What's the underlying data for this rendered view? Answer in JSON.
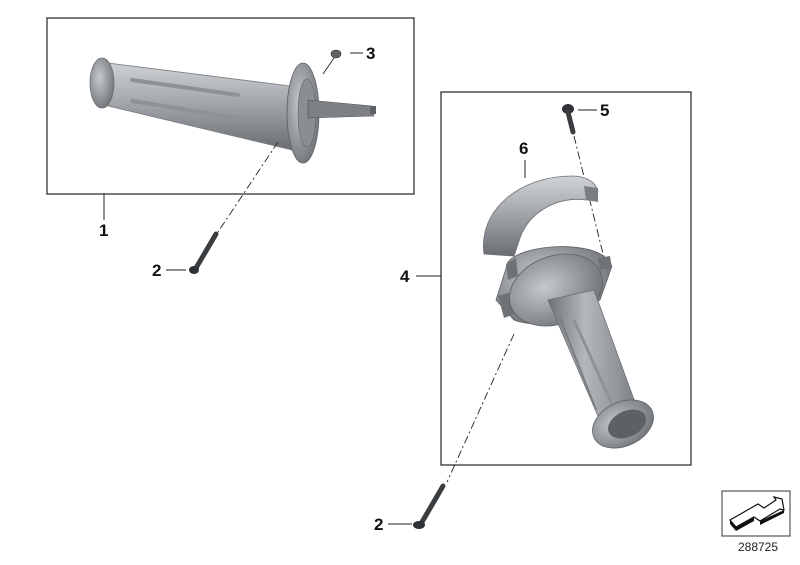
{
  "diagram": {
    "title": "Throttle grip / handlebar grip exploded parts view",
    "callouts": [
      {
        "id": "1",
        "label": "1",
        "part": "Handlebar grip assembly (left)"
      },
      {
        "id": "2a",
        "label": "2",
        "part": "Screw"
      },
      {
        "id": "3",
        "label": "3",
        "part": "Plug / cap"
      },
      {
        "id": "4",
        "label": "4",
        "part": "Throttle grip assembly (right)"
      },
      {
        "id": "5",
        "label": "5",
        "part": "Screw"
      },
      {
        "id": "6",
        "label": "6",
        "part": "Upper housing cover"
      },
      {
        "id": "2b",
        "label": "2",
        "part": "Screw"
      }
    ],
    "reference_number": "288725",
    "nav_icon": "arrow-navigation-icon"
  },
  "colors": {
    "line": "#222222",
    "part_light": "#b9bcc0",
    "part_mid": "#8e9297",
    "part_dark": "#5d6166",
    "screw": "#3a3d40"
  }
}
